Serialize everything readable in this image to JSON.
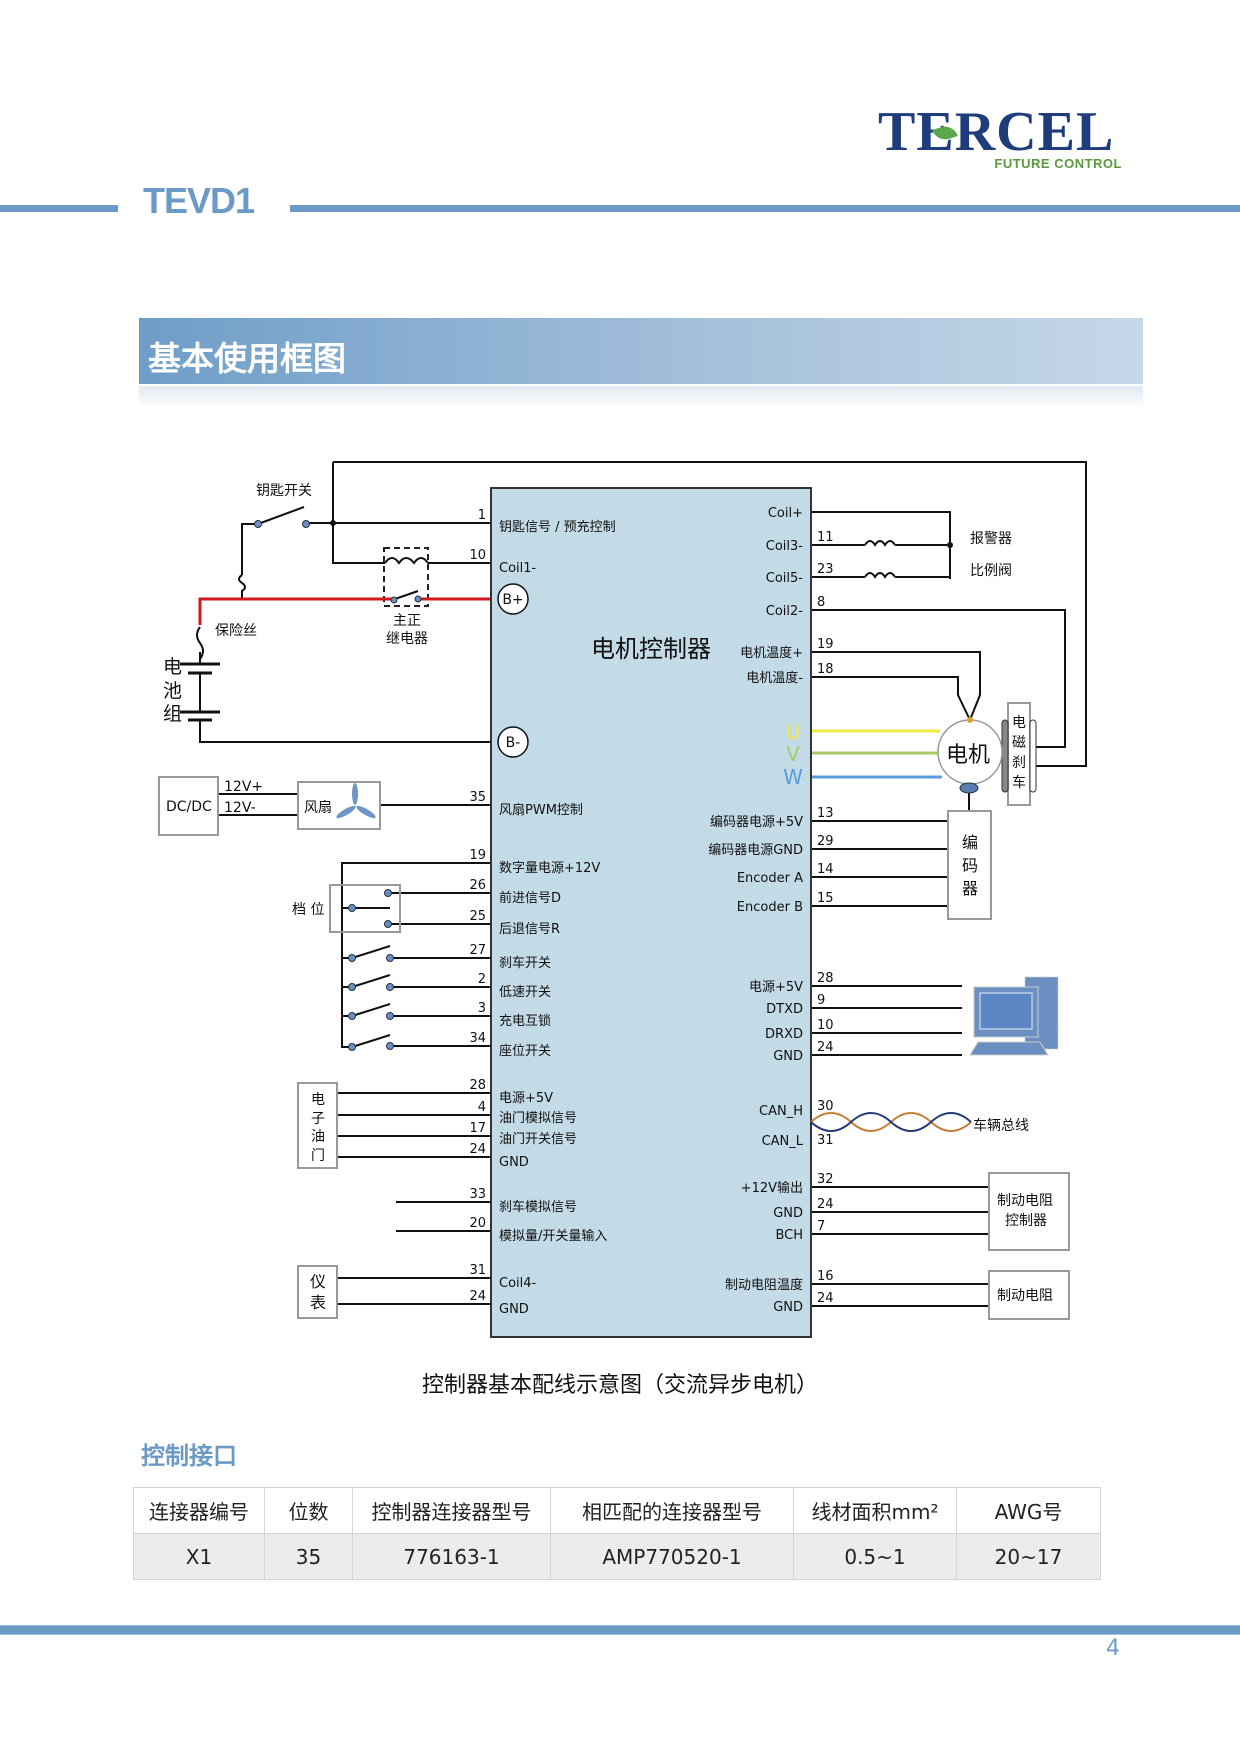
{
  "header": {
    "brand": "TERCEL",
    "brand_tagline": "FUTURE CONTROL",
    "model": "TEVD1",
    "colors": {
      "accent": "#6b9ac6",
      "brand": "#1f3d7a",
      "tagline": "#5a9a3c"
    }
  },
  "section": {
    "title": "基本使用框图"
  },
  "diagram": {
    "controller_title": "电机控制器",
    "b_plus": "B+",
    "b_minus": "B-",
    "battery_label": [
      "电",
      "池",
      "组"
    ],
    "key_switch": "钥匙开关",
    "fuse": "保险丝",
    "main_relay": [
      "主正",
      "继电器"
    ],
    "dcdc": "DC/DC",
    "v12_plus": "12V+",
    "v12_minus": "12V-",
    "fan": "风扇",
    "gear": "档 位",
    "throttle_label": [
      "电",
      "子",
      "油",
      "门"
    ],
    "meter_label": [
      "仪",
      "表"
    ],
    "alarm": "报警器",
    "prop_valve": "比例阀",
    "motor": "电机",
    "brake_label": [
      "电",
      "磁",
      "刹",
      "车"
    ],
    "encoder_label": [
      "编",
      "码",
      "器"
    ],
    "bus": "车辆总线",
    "brake_res_ctrl": [
      "制动电阻",
      "控制器"
    ],
    "brake_res": "制动电阻",
    "phases": [
      "U",
      "V",
      "W"
    ],
    "left_pins": [
      {
        "pin": "1",
        "label": "钥匙信号 / 预充控制"
      },
      {
        "pin": "10",
        "label": "Coil1-"
      },
      {
        "pin": "35",
        "label": "风扇PWM控制"
      },
      {
        "pin": "19",
        "label": "数字量电源+12V"
      },
      {
        "pin": "26",
        "label": "前进信号D"
      },
      {
        "pin": "25",
        "label": "后退信号R"
      },
      {
        "pin": "27",
        "label": "刹车开关"
      },
      {
        "pin": "2",
        "label": "低速开关"
      },
      {
        "pin": "3",
        "label": "充电互锁"
      },
      {
        "pin": "34",
        "label": "座位开关"
      },
      {
        "pin": "28",
        "label": "电源+5V"
      },
      {
        "pin": "4",
        "label": "油门模拟信号"
      },
      {
        "pin": "17",
        "label": "油门开关信号"
      },
      {
        "pin": "24",
        "label": "GND"
      },
      {
        "pin": "33",
        "label": "刹车模拟信号"
      },
      {
        "pin": "20",
        "label": "模拟量/开关量输入"
      },
      {
        "pin": "31",
        "label": "Coil4-"
      },
      {
        "pin": "24",
        "label": "GND"
      }
    ],
    "right_pins": [
      {
        "pin": "",
        "label": "Coil+"
      },
      {
        "pin": "11",
        "label": "Coil3-"
      },
      {
        "pin": "23",
        "label": "Coil5-"
      },
      {
        "pin": "8",
        "label": "Coil2-"
      },
      {
        "pin": "19",
        "label": "电机温度+"
      },
      {
        "pin": "18",
        "label": "电机温度-"
      },
      {
        "pin": "13",
        "label": "编码器电源+5V"
      },
      {
        "pin": "29",
        "label": "编码器电源GND"
      },
      {
        "pin": "14",
        "label": "Encoder A"
      },
      {
        "pin": "15",
        "label": "Encoder B"
      },
      {
        "pin": "28",
        "label": "电源+5V"
      },
      {
        "pin": "9",
        "label": "DTXD"
      },
      {
        "pin": "10",
        "label": "DRXD"
      },
      {
        "pin": "24",
        "label": "GND"
      },
      {
        "pin": "30",
        "label": "CAN_H"
      },
      {
        "pin": "31",
        "label": "CAN_L"
      },
      {
        "pin": "32",
        "label": "+12V输出"
      },
      {
        "pin": "24",
        "label": "GND"
      },
      {
        "pin": "7",
        "label": "BCH"
      },
      {
        "pin": "16",
        "label": "制动电阻温度"
      },
      {
        "pin": "24",
        "label": "GND"
      }
    ],
    "caption": "控制器基本配线示意图（交流异步电机）"
  },
  "interface": {
    "title": "控制接口",
    "columns": [
      "连接器编号",
      "位数",
      "控制器连接器型号",
      "相匹配的连接器型号",
      "线材面积mm²",
      "AWG号"
    ],
    "rows": [
      [
        "X1",
        "35",
        "776163-1",
        "AMP770520-1",
        "0.5~1",
        "20~17"
      ]
    ]
  },
  "footer": {
    "page": "4"
  }
}
